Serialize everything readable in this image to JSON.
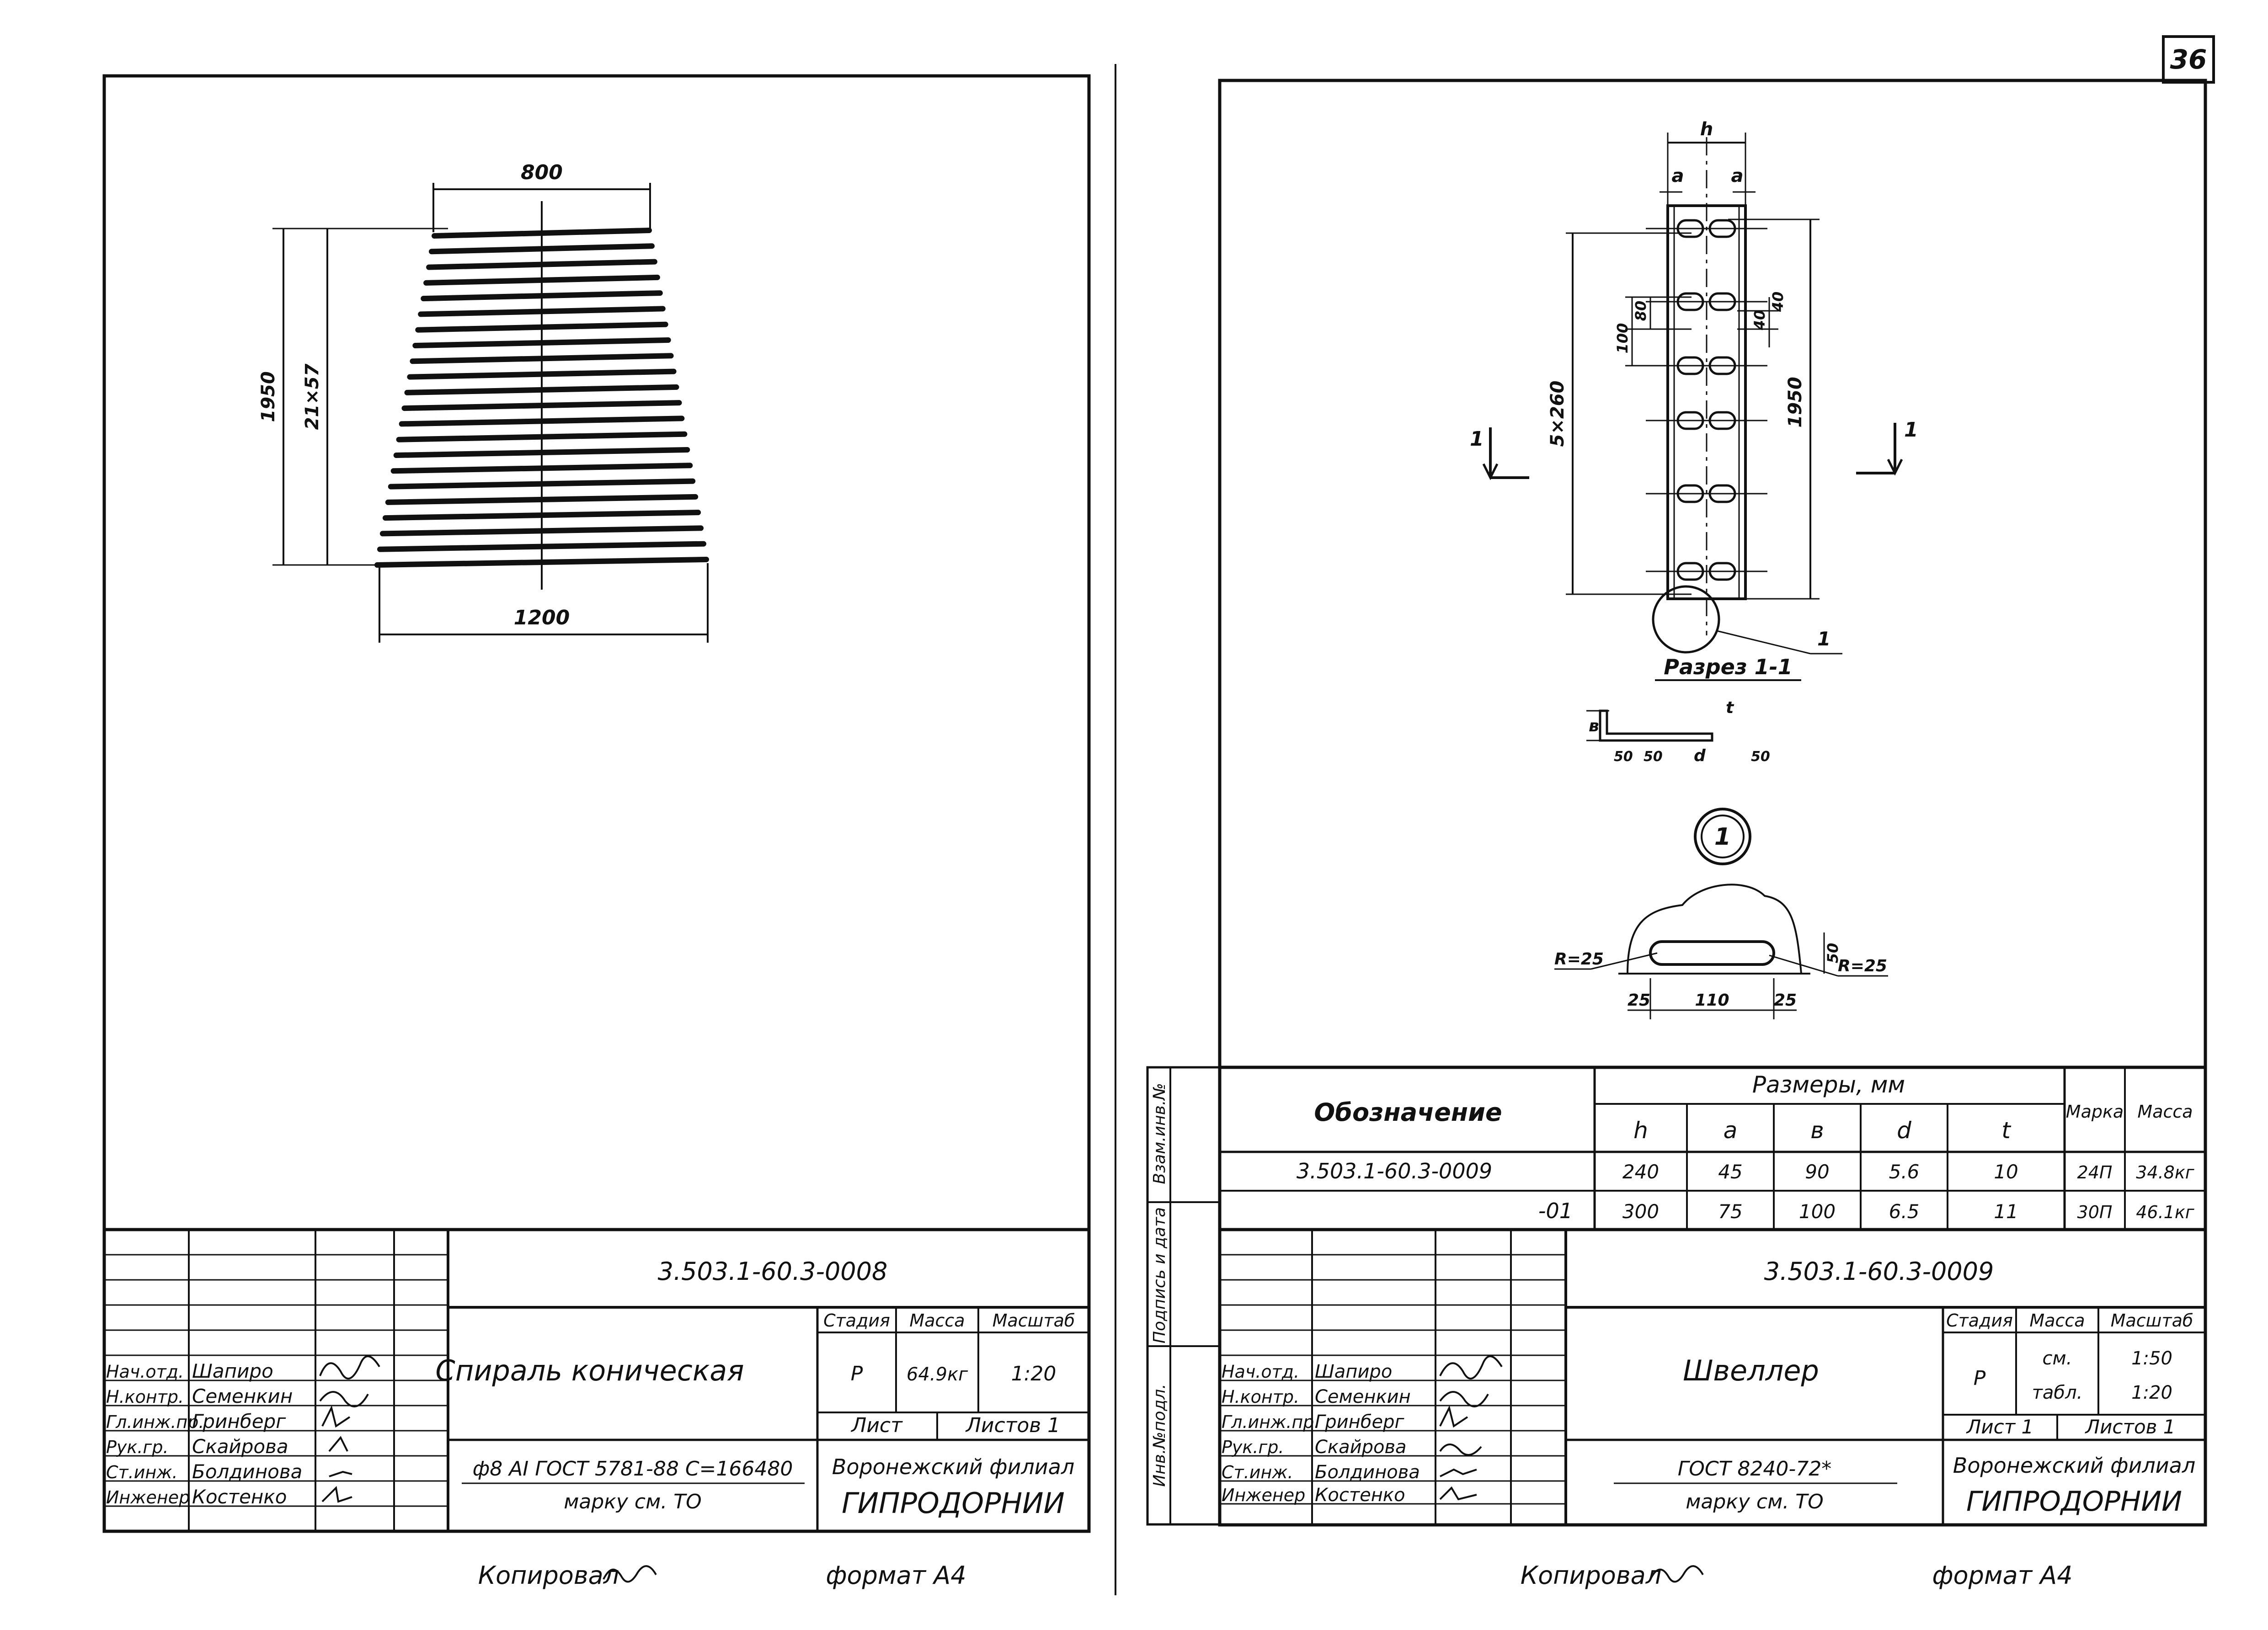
{
  "page_number": "36",
  "left_sheet": {
    "dimensions": {
      "top_width": "800",
      "bottom_width": "1200",
      "height_total": "1950",
      "pitch": "21×57"
    },
    "title_block": {
      "designation": "3.503.1-60.3-0008",
      "title": "Спираль коническая",
      "headers": {
        "stage": "Стадия",
        "mass": "Масса",
        "scale": "Масштаб"
      },
      "stage": "Р",
      "mass": "64.9кг",
      "scale": "1:20",
      "sheet_label": "Лист",
      "sheets_label": "Листов 1",
      "material_line1": "ф8 АI ГОСТ 5781-88 С=166480",
      "material_line2": "марку см. ТО",
      "org_line1": "Воронежский филиал",
      "org_line2": "ГИПРОДОРНИИ",
      "roles": [
        "Нач.отд.",
        "Н.контр.",
        "Гл.инж.пр.",
        "Рук.гр.",
        "Ст.инж.",
        "Инженер"
      ],
      "names": [
        "Шапиро",
        "Семенкин",
        "Гринберг",
        "Скайрова",
        "Болдинова",
        "Костенко"
      ]
    },
    "footer_copied": "Копировал",
    "footer_format": "формат А4"
  },
  "right_sheet": {
    "dimensions": {
      "h": "h",
      "a_left": "a",
      "a_right": "a",
      "pitch": "5×260",
      "total": "1950",
      "d100": "100",
      "d80": "80",
      "d40a": "40",
      "d40b": "40",
      "callout": "1"
    },
    "section_marks": [
      "1",
      "1"
    ],
    "section_title": "Разрез 1-1",
    "section_dims": {
      "b": "в",
      "d": "d",
      "t": "t",
      "s1": "50",
      "s2": "50",
      "s3": "50"
    },
    "detail_number": "1",
    "detail_dims": {
      "r_left": "R=25",
      "r_right": "R=25",
      "w1": "25",
      "w2": "110",
      "w3": "25",
      "hgt": "50"
    },
    "spec_table": {
      "header_designation": "Обозначение",
      "header_dims": "Размеры, мм",
      "header_mark": "Марка",
      "header_mass": "Масса",
      "sub_headers": [
        "h",
        "a",
        "в",
        "d",
        "t"
      ],
      "rows": [
        {
          "designation": "3.503.1-60.3-0009",
          "h": "240",
          "a": "45",
          "b": "90",
          "d": "5.6",
          "t": "10",
          "mark": "24П",
          "mass": "34.8кг"
        },
        {
          "designation": "-01",
          "h": "300",
          "a": "75",
          "b": "100",
          "d": "6.5",
          "t": "11",
          "mark": "30П",
          "mass": "46.1кг"
        }
      ]
    },
    "side_stamp": [
      "Инв.№подл.",
      "Подпись и дата",
      "Взам.инв.№"
    ],
    "title_block": {
      "designation": "3.503.1-60.3-0009",
      "title": "Швеллер",
      "headers": {
        "stage": "Стадия",
        "mass": "Масса",
        "scale": "Масштаб"
      },
      "stage": "Р",
      "mass_line1": "см.",
      "mass_line2": "табл.",
      "scale_line1": "1:50",
      "scale_line2": "1:20",
      "sheet_label": "Лист 1",
      "sheets_label": "Листов 1",
      "material_line1": "ГОСТ 8240-72*",
      "material_line2": "марку см. ТО",
      "org_line1": "Воронежский филиал",
      "org_line2": "ГИПРОДОРНИИ",
      "roles": [
        "Нач.отд.",
        "Н.контр.",
        "Гл.инж.пр.",
        "Рук.гр.",
        "Ст.инж.",
        "Инженер"
      ],
      "names": [
        "Шапиро",
        "Семенкин",
        "Гринберг",
        "Скайрова",
        "Болдинова",
        "Костенко"
      ]
    },
    "footer_copied": "Копировал",
    "footer_format": "формат А4"
  }
}
